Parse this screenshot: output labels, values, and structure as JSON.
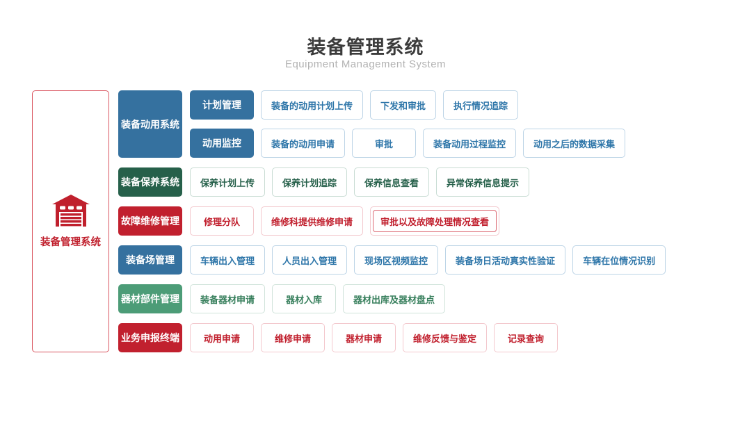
{
  "page": {
    "title": "装备管理系统",
    "subtitle": "Equipment Management System"
  },
  "sidebar": {
    "label": "装备管理系统",
    "icon": "warehouse-icon",
    "accent_color": "#C0202D"
  },
  "colors": {
    "blue": "#35719F",
    "dark_green": "#26604A",
    "red": "#C1202E",
    "green": "#4C9C77",
    "title_text": "#3B3B3B",
    "subtitle_text": "#B2B2B2"
  },
  "groups": [
    {
      "label": "装备动用系统",
      "slug": "equipment-mobilization-system",
      "theme": "blue",
      "rows": [
        {
          "sub_label": "计划管理",
          "slug": "plan-management",
          "items": [
            {
              "label": "装备的动用计划上传"
            },
            {
              "label": "下发和审批"
            },
            {
              "label": "执行情况追踪"
            }
          ]
        },
        {
          "sub_label": "动用监控",
          "slug": "mobilization-monitoring",
          "items": [
            {
              "label": "装备的动用申请"
            },
            {
              "label": "审批"
            },
            {
              "label": "装备动用过程监控"
            },
            {
              "label": "动用之后的数据采集"
            }
          ]
        }
      ]
    },
    {
      "label": "装备保养系统",
      "slug": "equipment-maintenance-system",
      "theme": "green-dark",
      "rows": [
        {
          "items": [
            {
              "label": "保养计划上传"
            },
            {
              "label": "保养计划追踪"
            },
            {
              "label": "保养信息查看"
            },
            {
              "label": "异常保养信息提示"
            }
          ]
        }
      ]
    },
    {
      "label": "故障维修管理",
      "slug": "fault-repair-management",
      "theme": "red",
      "rows": [
        {
          "items": [
            {
              "label": "修理分队"
            },
            {
              "label": "维修科提供维修申请"
            },
            {
              "label": "审批以及故障处理情况查看",
              "nested": true
            }
          ]
        }
      ]
    },
    {
      "label": "装备场管理",
      "slug": "equipment-yard-management",
      "theme": "blue",
      "rows": [
        {
          "items": [
            {
              "label": "车辆出入管理"
            },
            {
              "label": "人员出入管理"
            },
            {
              "label": "现场区视频监控"
            },
            {
              "label": "装备场日活动真实性验证"
            },
            {
              "label": "车辆在位情况识别"
            }
          ]
        }
      ]
    },
    {
      "label": "器材部件管理",
      "slug": "material-parts-management",
      "theme": "green",
      "rows": [
        {
          "items": [
            {
              "label": "装备器材申请"
            },
            {
              "label": "器材入库"
            },
            {
              "label": "器材出库及器材盘点"
            }
          ]
        }
      ]
    },
    {
      "label": "业务申报终端",
      "slug": "business-declaration-terminal",
      "theme": "red",
      "rows": [
        {
          "items": [
            {
              "label": "动用申请"
            },
            {
              "label": "维修申请"
            },
            {
              "label": "器材申请"
            },
            {
              "label": "维修反馈与鉴定"
            },
            {
              "label": "记录查询"
            }
          ]
        }
      ]
    }
  ]
}
